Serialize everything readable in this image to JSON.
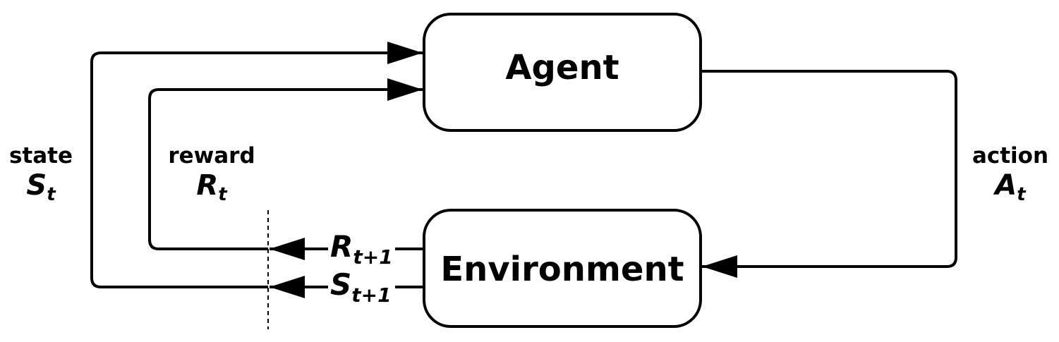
{
  "nodes": {
    "agent": {
      "label": "Agent"
    },
    "environment": {
      "label": "Environment"
    }
  },
  "signals": {
    "state": {
      "word": "state",
      "symbol": "S",
      "subscript": "t"
    },
    "reward": {
      "word": "reward",
      "symbol": "R",
      "subscript": "t"
    },
    "action": {
      "word": "action",
      "symbol": "A",
      "subscript": "t"
    },
    "next_reward": {
      "symbol": "R",
      "subscript": "t+1"
    },
    "next_state": {
      "symbol": "S",
      "subscript": "t+1"
    }
  },
  "colors": {
    "stroke": "#000000",
    "background": "#ffffff"
  }
}
